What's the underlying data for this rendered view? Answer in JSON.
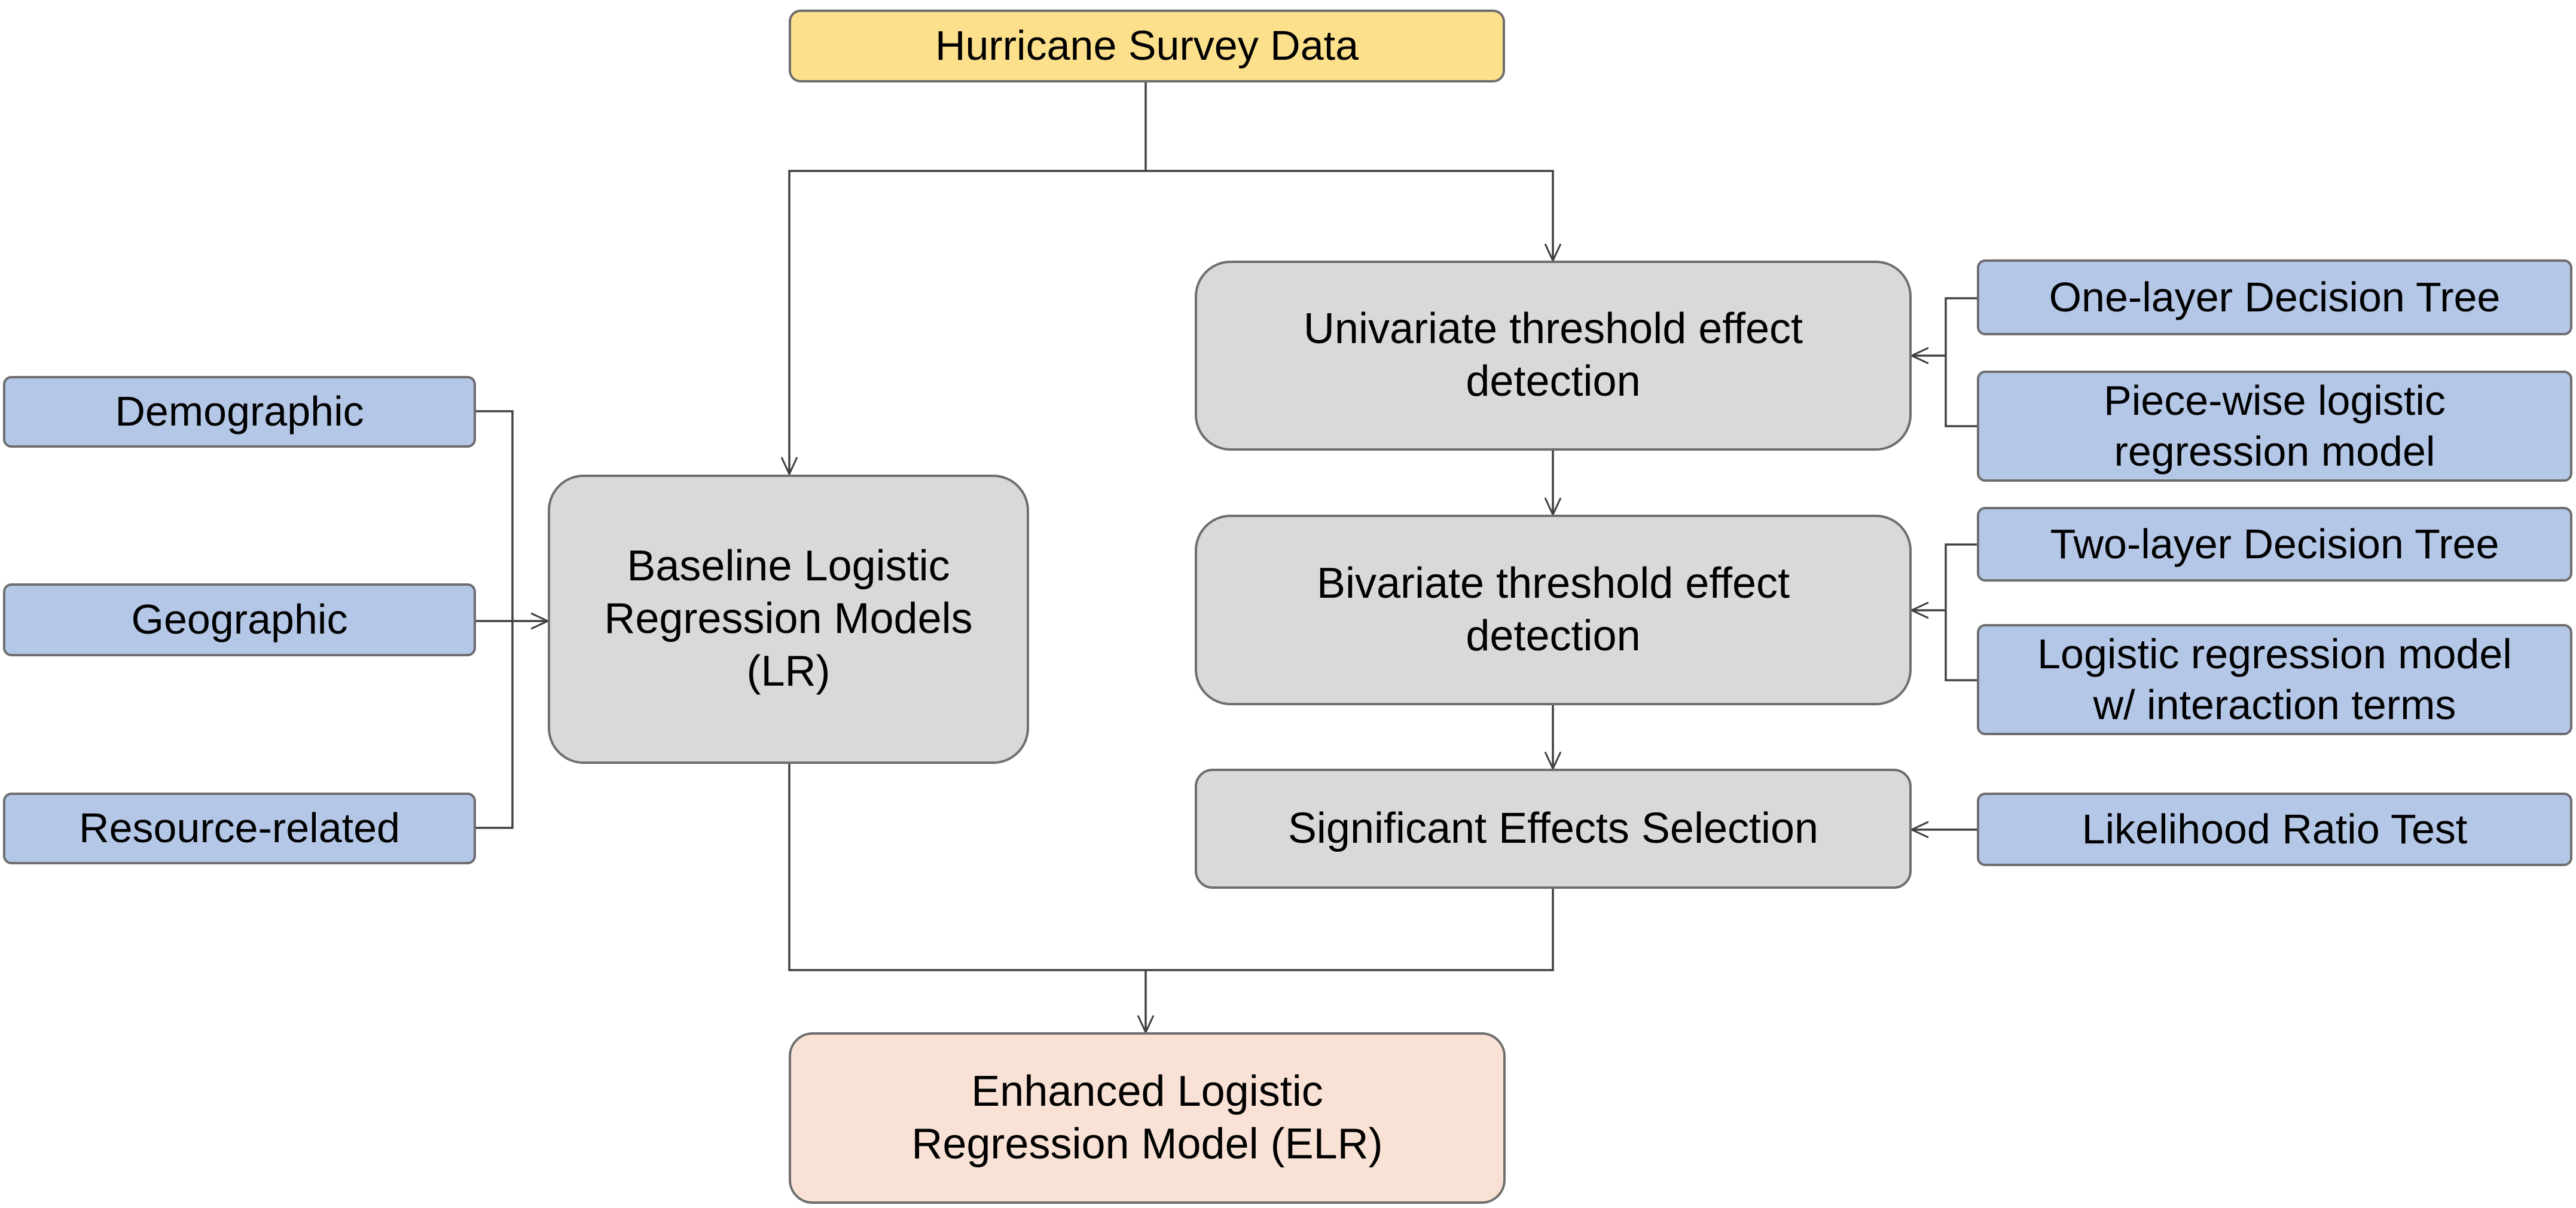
{
  "diagram": {
    "source": {
      "label": "Hurricane Survey Data"
    },
    "factors": [
      {
        "label": "Demographic"
      },
      {
        "label": "Geographic"
      },
      {
        "label": "Resource-related"
      }
    ],
    "baseline": {
      "label": "Baseline Logistic Regression Models (LR)"
    },
    "steps": [
      {
        "label": "Univariate threshold effect detection"
      },
      {
        "label": "Bivariate threshold effect detection"
      },
      {
        "label": "Significant Effects Selection"
      }
    ],
    "methods": [
      {
        "label": "One-layer Decision Tree"
      },
      {
        "label": "Piece-wise logistic regression model"
      },
      {
        "label": "Two-layer Decision Tree"
      },
      {
        "label": "Logistic regression model w/ interaction terms"
      },
      {
        "label": "Likelihood Ratio Test"
      }
    ],
    "output": {
      "label": "Enhanced Logistic Regression Model (ELR)"
    },
    "colors": {
      "source_fill": "#fde08c",
      "method_fill": "#b4c7e7",
      "process_fill": "#d9d9d9",
      "output_fill": "#f9e2d5",
      "border": "#6e6e6e",
      "connector": "#404040"
    }
  }
}
